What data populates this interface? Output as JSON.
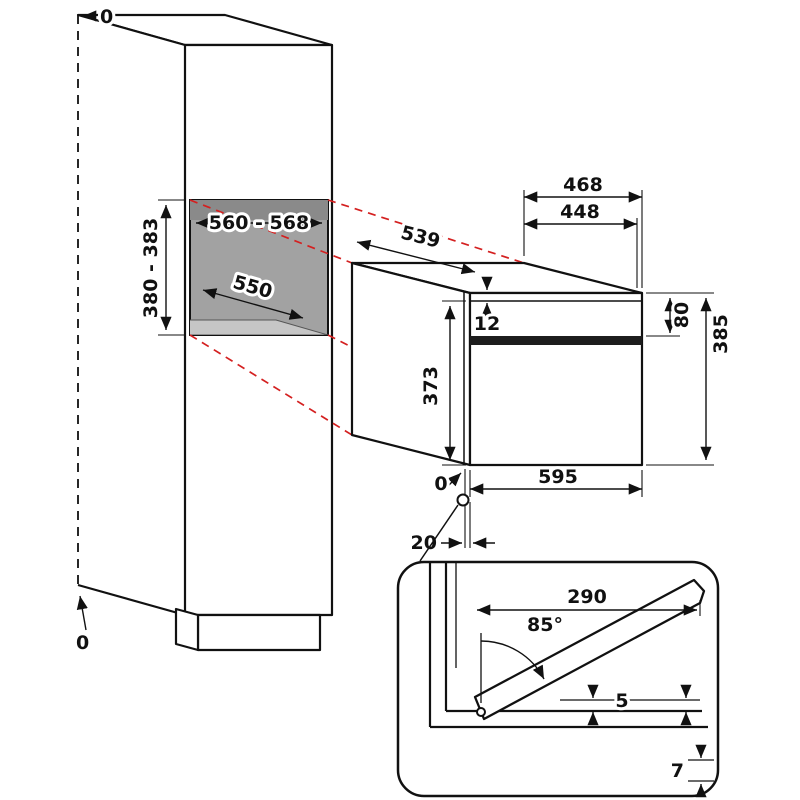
{
  "diagram": {
    "cabinet": {
      "clearance_top": "0",
      "clearance_bottom": "0",
      "niche": {
        "width": "560 - 568",
        "depth": "550",
        "height": "380 - 383"
      }
    },
    "oven": {
      "body_width": "539",
      "total_depth": "468",
      "body_depth": "448",
      "frame_lip": "12",
      "panel_height": "80",
      "frame_height": "385",
      "body_height": "373",
      "frame_width": "595",
      "bottom_clearance": "0",
      "door_offset": "20"
    },
    "door_detail": {
      "reach": "290",
      "opening_angle": "85°",
      "clearance": "5",
      "overhang": "7"
    },
    "colors": {
      "line": "#111111",
      "projection": "#d42020",
      "niche_wall": "#a2a2a2",
      "niche_ceiling": "#8a8a8a",
      "niche_floor": "#c6c6c6",
      "handle": "#1d1d1d"
    }
  }
}
